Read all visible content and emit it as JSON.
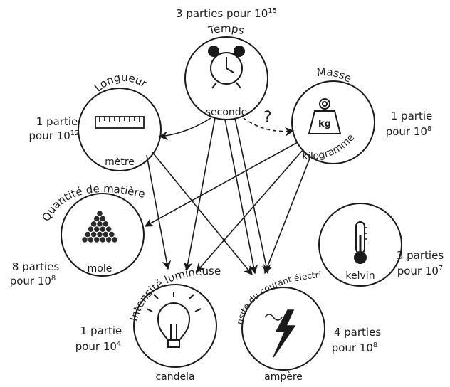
{
  "units": {
    "temps": {
      "title": "Temps",
      "unit": "seconde",
      "precision_prefix": "3 parties pour 10",
      "precision_exp": "15"
    },
    "longueur": {
      "title": "Longueur",
      "unit": "mètre",
      "precision_line1": "1 partie",
      "precision_line2_prefix": "pour 10",
      "precision_exp": "12"
    },
    "masse": {
      "title": "Masse",
      "unit": "kilogramme",
      "icon_text": "kg",
      "precision_line1": "1 partie",
      "precision_line2_prefix": "pour 10",
      "precision_exp": "8"
    },
    "matiere": {
      "title": "Quantité de matière",
      "unit": "mole",
      "precision_line1": "8 parties",
      "precision_line2_prefix": "pour 10",
      "precision_exp": "8"
    },
    "lumineuse": {
      "title": "Intensité lumineuse",
      "unit": "candela",
      "precision_line1": "1 partie",
      "precision_line2_prefix": "pour 10",
      "precision_exp": "4"
    },
    "courant": {
      "title": "Intensité du courant électrique",
      "unit": "ampère",
      "precision_line1": "4 parties",
      "precision_line2_prefix": "pour 10",
      "precision_exp": "8"
    },
    "kelvin": {
      "unit": "kelvin",
      "precision_line1": "3 parties",
      "precision_line2_prefix": "pour 10",
      "precision_exp": "7"
    }
  },
  "question_mark": "?",
  "icons": {
    "temps": "alarm-clock-icon",
    "longueur": "ruler-icon",
    "masse": "weight-icon",
    "matiere": "pyramid-of-balls-icon",
    "lumineuse": "light-bulb-icon",
    "courant": "lightning-icon",
    "kelvin": "thermometer-icon"
  }
}
